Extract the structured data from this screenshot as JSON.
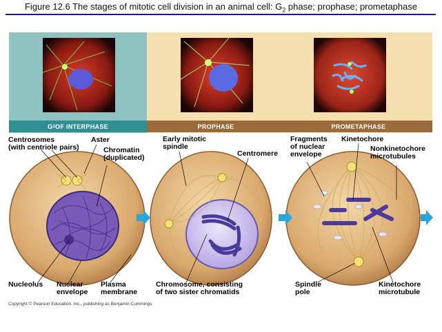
{
  "figure": {
    "title_prefix": "Figure 12.6  The stages of mitotic cell division in an animal cell: G",
    "title_sub": "2",
    "title_suffix": " phase; prophase; prometaphase"
  },
  "colors": {
    "panel_interphase": "#8fc3c2",
    "panel_other": "#f7e0b0",
    "bar_interphase": "#2f8f92",
    "bar_other": "#9a6a3a",
    "cell_fill": "#dcb07a",
    "nucleus": "#6e4aa8",
    "arrow": "#2aa6d8"
  },
  "stages": [
    {
      "key": "interphase",
      "label_prefix": "G",
      "label_sub": "2",
      "label_suffix": " OF INTERPHASE"
    },
    {
      "key": "prophase",
      "label": "PROPHASE"
    },
    {
      "key": "prometaphase",
      "label": "PROMETAPHASE"
    }
  ],
  "labels": {
    "centrosomes": "Centrosomes\n(with centriole pairs)",
    "aster": "Aster",
    "chromatin": "Chromatin\n(duplicated)",
    "nucleolus": "Nucleolus",
    "nuclear_envelope": "Nuclear\nenvelope",
    "plasma_membrane": "Plasma\nmembrane",
    "early_spindle": "Early mitotic\nspindle",
    "centromere": "Centromere",
    "chromosome": "Chromosome, consisting\nof two sister chromatids",
    "fragments": "Fragments\nof nuclear\nenvelope",
    "kinetochore": "Kinetochore",
    "nonkinetochore": "Nonkinetochore\nmicrotubules",
    "spindle_pole": "Spindle\npole",
    "kinetochore_mt": "Kinetochore\nmicrotubule"
  },
  "copyright": "Copyright © Pearson Education, Inc., publishing as Benjamin Cummings"
}
